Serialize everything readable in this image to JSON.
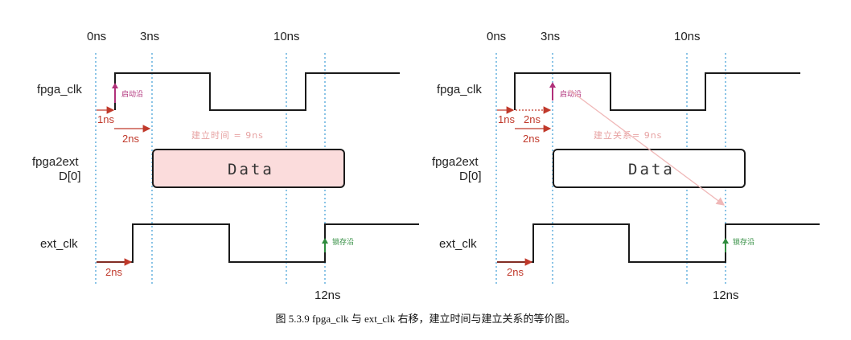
{
  "caption": "图 5.3.9 fpga_clk 与 ext_clk 右移，建立时间与建立关系的等价图。",
  "colors": {
    "guide_line": "#4aa3d8",
    "delay_arrow": "#c0392b",
    "launch_edge": "#b0307a",
    "latch_edge": "#2e8b3d",
    "data_fill_left": "#fbdcdc",
    "annotation_text": "#e7a3a3"
  },
  "left": {
    "time_labels": [
      "0ns",
      "3ns",
      "10ns",
      "12ns"
    ],
    "signals": {
      "clk": "fpga_clk",
      "data_line1": "fpga2ext",
      "data_line2": "D[0]",
      "ext": "ext_clk"
    },
    "launch_edge_label": "启动沿",
    "latch_edge_label": "锁存沿",
    "delays": {
      "clk_delay": "1ns",
      "data_delay": "2ns",
      "ext_delay": "2ns"
    },
    "annotation": "建立时间 = 9ns",
    "data_label": "Data"
  },
  "right": {
    "time_labels": [
      "0ns",
      "3ns",
      "10ns",
      "12ns"
    ],
    "signals": {
      "clk": "fpga_clk",
      "data_line1": "fpga2ext",
      "data_line2": "D[0]",
      "ext": "ext_clk"
    },
    "launch_edge_label": "启动沿",
    "latch_edge_label": "锁存沿",
    "delays": {
      "clk_delay": "1ns",
      "clk_delay_2": "2ns",
      "data_delay": "2ns",
      "ext_delay": "2ns"
    },
    "annotation": "建立关系= 9ns",
    "data_label": "Data"
  }
}
